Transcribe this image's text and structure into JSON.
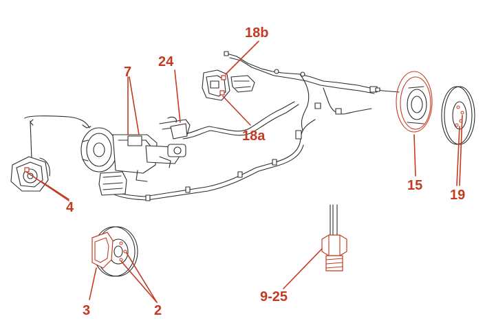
{
  "diagram": {
    "accent_color": "#c4391f",
    "line_color": "#2b2b2b",
    "callouts": {
      "c18b": "18b",
      "c24": "24",
      "c7": "7",
      "c18a": "18a",
      "c4": "4",
      "c15": "15",
      "c19": "19",
      "c3": "3",
      "c2": "2",
      "c925": "9-25"
    }
  }
}
